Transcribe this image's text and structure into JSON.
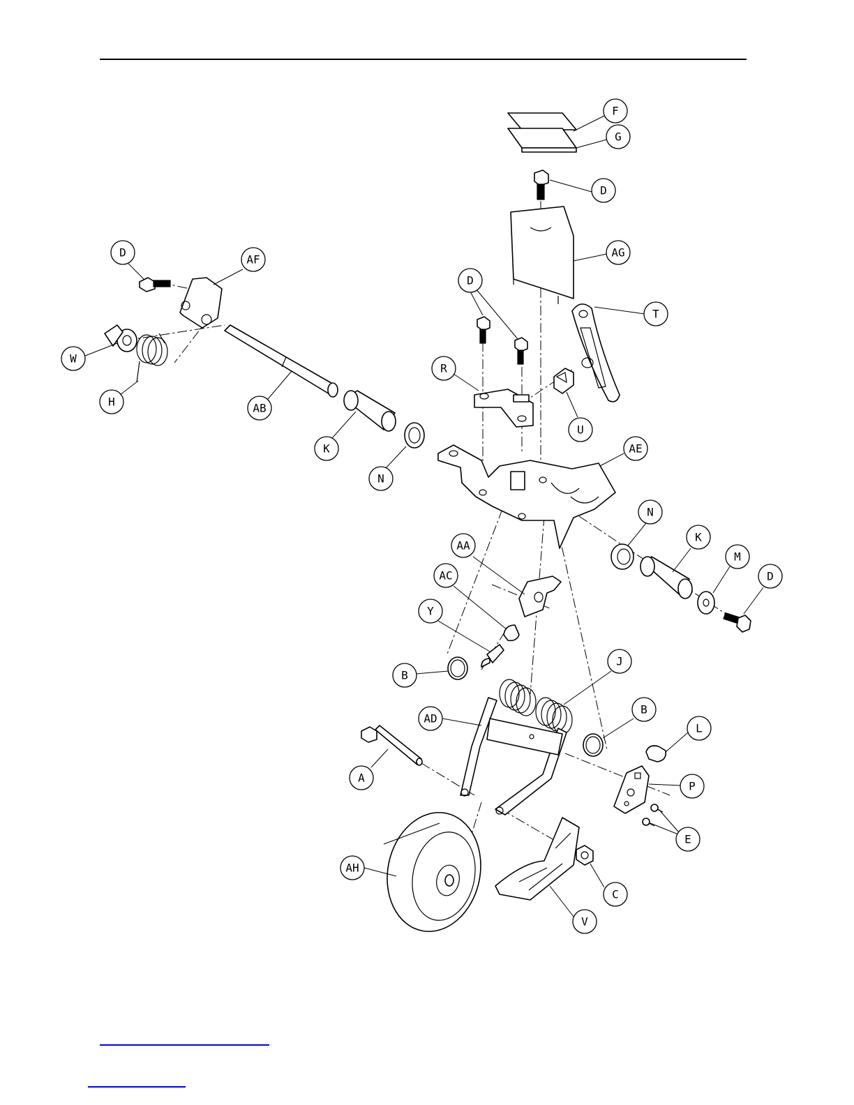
{
  "callouts": [
    {
      "id": "c-f",
      "label": "F"
    },
    {
      "id": "c-g",
      "label": "G"
    },
    {
      "id": "c-d1",
      "label": "D"
    },
    {
      "id": "c-ag",
      "label": "AG"
    },
    {
      "id": "c-d2",
      "label": "D"
    },
    {
      "id": "c-af",
      "label": "AF"
    },
    {
      "id": "c-t",
      "label": "T"
    },
    {
      "id": "c-d3",
      "label": "D"
    },
    {
      "id": "c-w",
      "label": "W"
    },
    {
      "id": "c-r",
      "label": "R"
    },
    {
      "id": "c-h",
      "label": "H"
    },
    {
      "id": "c-ab",
      "label": "AB"
    },
    {
      "id": "c-u",
      "label": "U"
    },
    {
      "id": "c-k1",
      "label": "K"
    },
    {
      "id": "c-ae",
      "label": "AE"
    },
    {
      "id": "c-n1",
      "label": "N"
    },
    {
      "id": "c-n2",
      "label": "N"
    },
    {
      "id": "c-k2",
      "label": "K"
    },
    {
      "id": "c-aa",
      "label": "AA"
    },
    {
      "id": "c-m",
      "label": "M"
    },
    {
      "id": "c-d4",
      "label": "D"
    },
    {
      "id": "c-ac",
      "label": "AC"
    },
    {
      "id": "c-y",
      "label": "Y"
    },
    {
      "id": "c-j",
      "label": "J"
    },
    {
      "id": "c-b1",
      "label": "B"
    },
    {
      "id": "c-b2",
      "label": "B"
    },
    {
      "id": "c-ad",
      "label": "AD"
    },
    {
      "id": "c-l",
      "label": "L"
    },
    {
      "id": "c-a",
      "label": "A"
    },
    {
      "id": "c-p",
      "label": "P"
    },
    {
      "id": "c-e",
      "label": "E"
    },
    {
      "id": "c-ah",
      "label": "AH"
    },
    {
      "id": "c-c",
      "label": "C"
    },
    {
      "id": "c-v",
      "label": "V"
    }
  ],
  "colors": {
    "line": "#000000",
    "link": "#0000ee"
  }
}
